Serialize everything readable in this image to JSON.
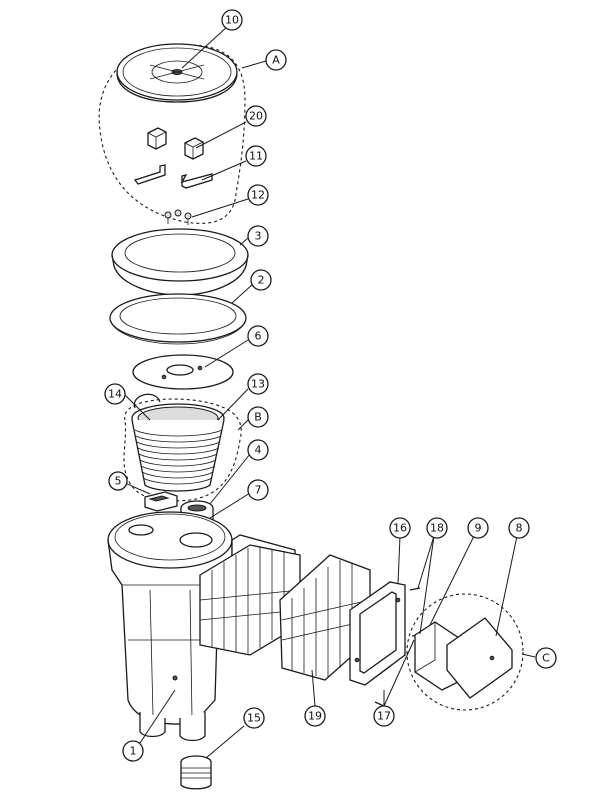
{
  "callouts": [
    {
      "id": "10",
      "label": "10"
    },
    {
      "id": "A",
      "label": "A"
    },
    {
      "id": "20",
      "label": "20"
    },
    {
      "id": "11",
      "label": "11"
    },
    {
      "id": "12",
      "label": "12"
    },
    {
      "id": "3",
      "label": "3"
    },
    {
      "id": "2",
      "label": "2"
    },
    {
      "id": "6",
      "label": "6"
    },
    {
      "id": "13",
      "label": "13"
    },
    {
      "id": "14",
      "label": "14"
    },
    {
      "id": "B",
      "label": "B"
    },
    {
      "id": "4",
      "label": "4"
    },
    {
      "id": "5",
      "label": "5"
    },
    {
      "id": "7",
      "label": "7"
    },
    {
      "id": "16",
      "label": "16"
    },
    {
      "id": "18",
      "label": "18"
    },
    {
      "id": "9",
      "label": "9"
    },
    {
      "id": "8",
      "label": "8"
    },
    {
      "id": "C",
      "label": "C"
    },
    {
      "id": "17",
      "label": "17"
    },
    {
      "id": "19",
      "label": "19"
    },
    {
      "id": "1",
      "label": "1"
    },
    {
      "id": "15",
      "label": "15"
    }
  ]
}
